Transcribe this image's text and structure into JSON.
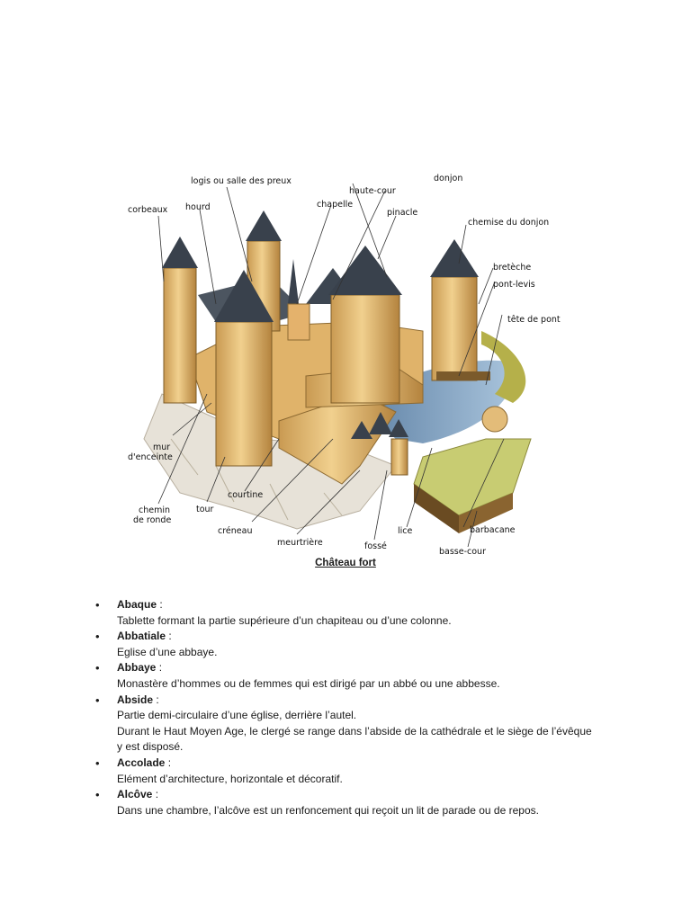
{
  "figure": {
    "labels": {
      "logis": "logis ou salle des preux",
      "donjon": "donjon",
      "haute_cour": "haute-cour",
      "corbeaux": "corbeaux",
      "hourd": "hourd",
      "chapelle": "chapelle",
      "pinacle": "pinacle",
      "chemise": "chemise du donjon",
      "breteche": "bretèche",
      "pont_levis": "pont-levis",
      "tete_de_pont": "tête de pont",
      "mur_1": "mur",
      "mur_2": "d'enceinte",
      "chemin_1": "chemin",
      "chemin_2": "de ronde",
      "tour": "tour",
      "courtine": "courtine",
      "creneau": "créneau",
      "meurtriere": "meurtrière",
      "fosse": "fossé",
      "lice": "lice",
      "barbacane": "barbacane",
      "basse_cour": "basse-cour"
    },
    "caption": "Château fort"
  },
  "glossary": [
    {
      "term": "Abaque",
      "sep": " :",
      "lines": [
        "Tablette formant la partie supérieure d’un chapiteau ou d’une colonne."
      ]
    },
    {
      "term": "Abbatiale",
      "sep": " :",
      "lines": [
        "Eglise d’une abbaye."
      ]
    },
    {
      "term": "Abbaye",
      "sep": " :",
      "lines": [
        "Monastère d’hommes ou de femmes qui est dirigé par un abbé ou une abbesse."
      ]
    },
    {
      "term": "Abside",
      "sep": " :",
      "lines": [
        "Partie demi-circulaire d’une église, derrière l’autel.",
        "Durant le Haut Moyen Age, le clergé se range dans l’abside de la cathédrale et le siège de l’évêque y est disposé."
      ]
    },
    {
      "term": "Accolade",
      "sep": " :",
      "lines": [
        "Elément d’architecture, horizontale et décoratif."
      ]
    },
    {
      "term": "Alcôve",
      "sep": " :",
      "lines": [
        "Dans une chambre, l’alcôve est un renfoncement qui reçoit un lit de parade ou de repos."
      ]
    }
  ]
}
